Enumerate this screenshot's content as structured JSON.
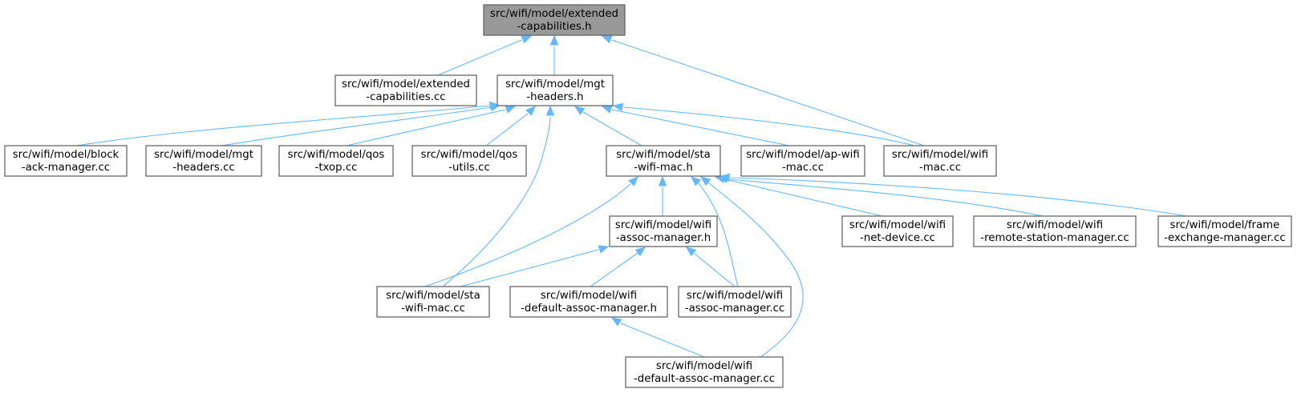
{
  "nodes": [
    {
      "id": "extended_capabilities_h",
      "lines": [
        "src/wifi/model/extended",
        "-capabilities.h"
      ],
      "root": true
    },
    {
      "id": "extended_capabilities_cc",
      "lines": [
        "src/wifi/model/extended",
        "-capabilities.cc"
      ]
    },
    {
      "id": "mgt_headers_h",
      "lines": [
        "src/wifi/model/mgt",
        "-headers.h"
      ]
    },
    {
      "id": "block_ack_manager_cc",
      "lines": [
        "src/wifi/model/block",
        "-ack-manager.cc"
      ]
    },
    {
      "id": "mgt_headers_cc",
      "lines": [
        "src/wifi/model/mgt",
        "-headers.cc"
      ]
    },
    {
      "id": "qos_txop_cc",
      "lines": [
        "src/wifi/model/qos",
        "-txop.cc"
      ]
    },
    {
      "id": "qos_utils_cc",
      "lines": [
        "src/wifi/model/qos",
        "-utils.cc"
      ]
    },
    {
      "id": "sta_wifi_mac_h",
      "lines": [
        "src/wifi/model/sta",
        "-wifi-mac.h"
      ]
    },
    {
      "id": "ap_wifi_mac_cc",
      "lines": [
        "src/wifi/model/ap-wifi",
        "-mac.cc"
      ]
    },
    {
      "id": "wifi_mac_cc",
      "lines": [
        "src/wifi/model/wifi",
        "-mac.cc"
      ]
    },
    {
      "id": "wifi_assoc_manager_h",
      "lines": [
        "src/wifi/model/wifi",
        "-assoc-manager.h"
      ]
    },
    {
      "id": "wifi_net_device_cc",
      "lines": [
        "src/wifi/model/wifi",
        "-net-device.cc"
      ]
    },
    {
      "id": "wifi_remote_station_manager_cc",
      "lines": [
        "src/wifi/model/wifi",
        "-remote-station-manager.cc"
      ]
    },
    {
      "id": "frame_exchange_manager_cc",
      "lines": [
        "src/wifi/model/frame",
        "-exchange-manager.cc"
      ]
    },
    {
      "id": "sta_wifi_mac_cc",
      "lines": [
        "src/wifi/model/sta",
        "-wifi-mac.cc"
      ]
    },
    {
      "id": "wifi_default_assoc_manager_h",
      "lines": [
        "src/wifi/model/wifi",
        "-default-assoc-manager.h"
      ]
    },
    {
      "id": "wifi_assoc_manager_cc",
      "lines": [
        "src/wifi/model/wifi",
        "-assoc-manager.cc"
      ]
    },
    {
      "id": "wifi_default_assoc_manager_cc",
      "lines": [
        "src/wifi/model/wifi",
        "-default-assoc-manager.cc"
      ]
    }
  ],
  "edges": [
    {
      "from": "extended_capabilities_cc",
      "to": "extended_capabilities_h"
    },
    {
      "from": "mgt_headers_h",
      "to": "extended_capabilities_h"
    },
    {
      "from": "wifi_mac_cc",
      "to": "extended_capabilities_h"
    },
    {
      "from": "block_ack_manager_cc",
      "to": "mgt_headers_h"
    },
    {
      "from": "mgt_headers_cc",
      "to": "mgt_headers_h"
    },
    {
      "from": "qos_txop_cc",
      "to": "mgt_headers_h"
    },
    {
      "from": "qos_utils_cc",
      "to": "mgt_headers_h"
    },
    {
      "from": "sta_wifi_mac_h",
      "to": "mgt_headers_h"
    },
    {
      "from": "ap_wifi_mac_cc",
      "to": "mgt_headers_h"
    },
    {
      "from": "wifi_mac_cc",
      "to": "mgt_headers_h"
    },
    {
      "from": "sta_wifi_mac_cc",
      "to": "mgt_headers_h"
    },
    {
      "from": "wifi_assoc_manager_h",
      "to": "sta_wifi_mac_h"
    },
    {
      "from": "sta_wifi_mac_cc",
      "to": "sta_wifi_mac_h"
    },
    {
      "from": "wifi_assoc_manager_cc",
      "to": "sta_wifi_mac_h"
    },
    {
      "from": "wifi_default_assoc_manager_cc",
      "to": "sta_wifi_mac_h"
    },
    {
      "from": "wifi_net_device_cc",
      "to": "sta_wifi_mac_h"
    },
    {
      "from": "wifi_remote_station_manager_cc",
      "to": "sta_wifi_mac_h"
    },
    {
      "from": "frame_exchange_manager_cc",
      "to": "sta_wifi_mac_h"
    },
    {
      "from": "sta_wifi_mac_cc",
      "to": "wifi_assoc_manager_h"
    },
    {
      "from": "wifi_default_assoc_manager_h",
      "to": "wifi_assoc_manager_h"
    },
    {
      "from": "wifi_assoc_manager_cc",
      "to": "wifi_assoc_manager_h"
    },
    {
      "from": "wifi_default_assoc_manager_cc",
      "to": "wifi_default_assoc_manager_h"
    }
  ],
  "colors": {
    "edge": "#63b8ff",
    "node_border": "#666666",
    "node_fill": "#ffffff",
    "root_fill": "#999999"
  }
}
